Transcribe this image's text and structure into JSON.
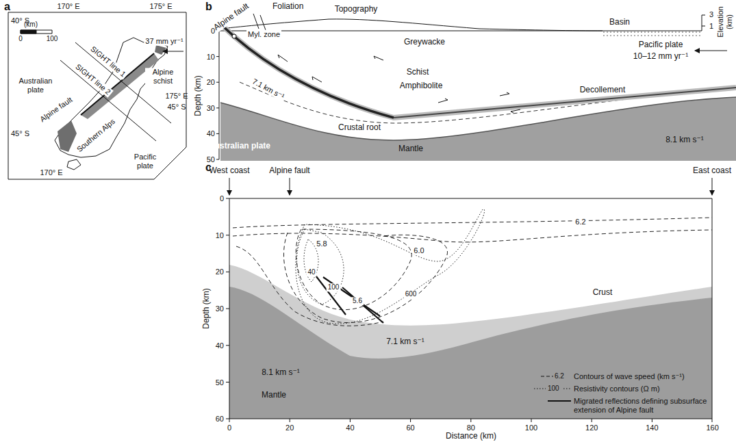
{
  "diagram": {
    "labels": [
      "a",
      "40° S",
      "170° E",
      "175° E",
      "(km)",
      "0",
      "100",
      "SIGHT line 1",
      "SIGHT line 2",
      "Alpine schist",
      "Australian plate",
      "Alpine fault",
      "Southern Alps",
      "37 mm yr⁻¹",
      "45° S",
      "175° E",
      "45° S",
      "Pacific plate",
      "170° E",
      "b",
      "Alpine fault",
      "Foliation",
      "Topography",
      "Basin",
      "3",
      "1",
      "Elevation (km)",
      "Myl. zone",
      "Greywacke",
      "Pacific plate",
      "10–12 mm yr⁻¹",
      "Schist",
      "Amphibolite",
      "Decollement",
      "7.1 km s⁻¹",
      "Crustal root",
      "Australian plate",
      "Mantle",
      "8.1 km s⁻¹",
      "Depth (km)",
      "0",
      "10",
      "20",
      "30",
      "40",
      "50",
      "c",
      "West coast",
      "Alpine fault",
      "East coast",
      "Depth (km)",
      "0",
      "10",
      "20",
      "30",
      "40",
      "50",
      "60",
      "0",
      "20",
      "40",
      "60",
      "80",
      "100",
      "120",
      "140",
      "160",
      "Distance (km)",
      "5.8",
      "6.0",
      "6.2",
      "40",
      "100",
      "5.6",
      "600",
      "Crust",
      "8.1 km s⁻¹",
      "7.1 km s⁻¹",
      "Mantle",
      "6.2",
      "100"
    ],
    "legend": [
      {
        "text": "Contours of wave speed (km s⁻¹)"
      },
      {
        "text": "Resistivity contours (Ω m)"
      },
      {
        "text": "Migrated reflections defining subsurface extension of Alpine fault"
      }
    ]
  }
}
